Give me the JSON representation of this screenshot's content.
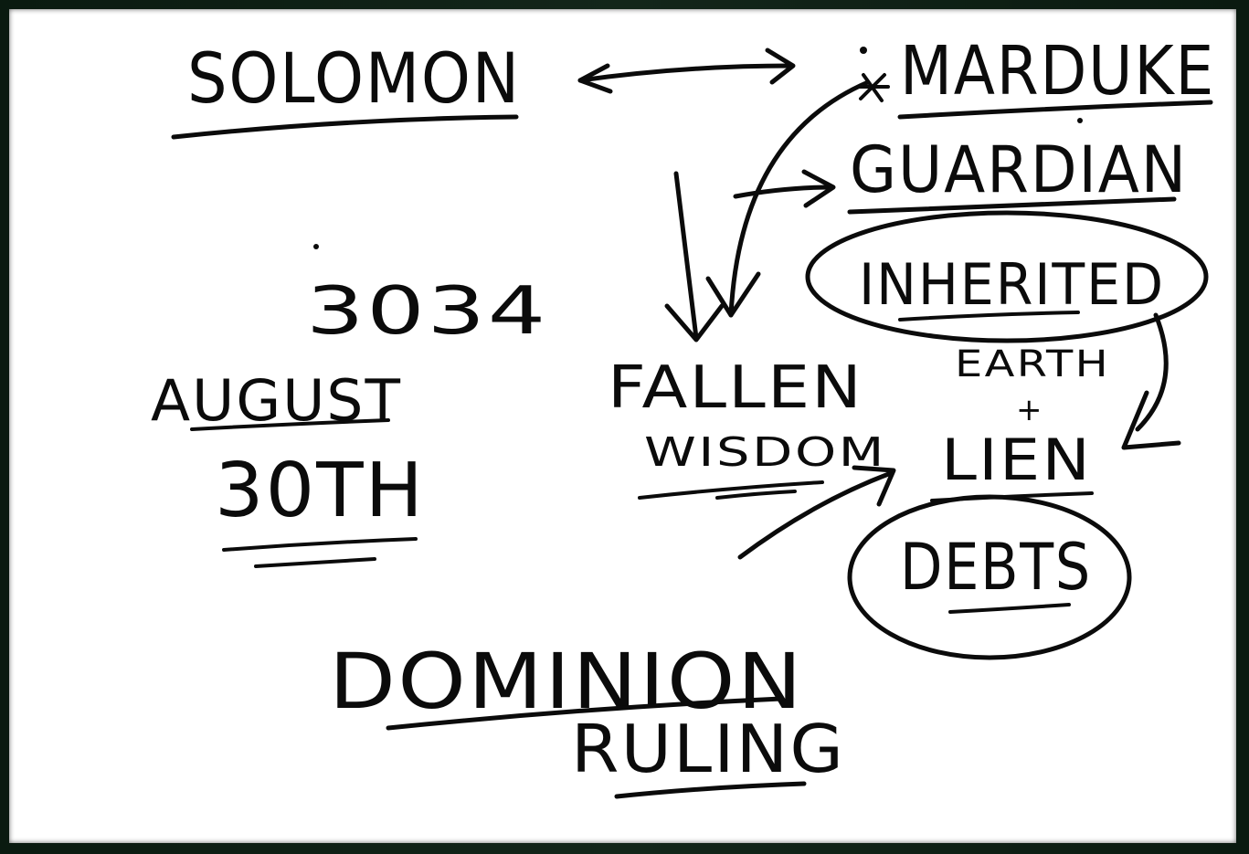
{
  "whiteboard": {
    "words": {
      "solomon": "SOLOMON",
      "marduke": "MARDUKE",
      "guardian": "GUARDIAN",
      "inherited": "INHERITED",
      "earth": "EARTH",
      "lien": "LIEN",
      "debts": "DEBTS",
      "fallen": "FALLEN",
      "wisdom": "WISDOM",
      "year": "3034",
      "august": "AUGUST",
      "day": "30TH",
      "dominion": "DOMINION",
      "ruling": "RULING",
      "plus": "+"
    },
    "colors": {
      "ink": "#0b0b0b",
      "board": "#ffffff",
      "frame": "#0c1a12"
    }
  }
}
